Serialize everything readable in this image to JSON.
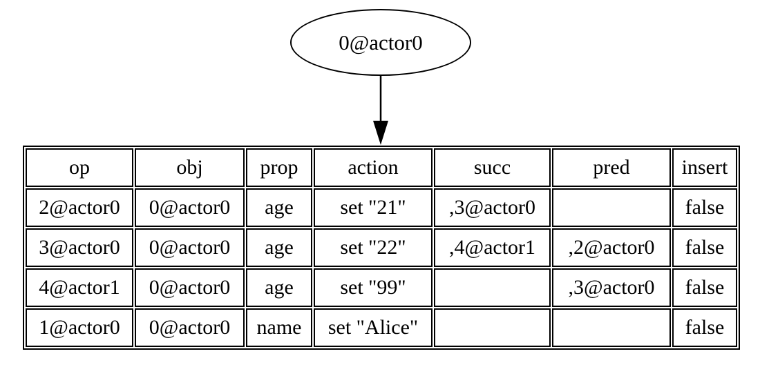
{
  "node": {
    "label": "0@actor0"
  },
  "icons": {
    "edge_arrow": "down-arrow"
  },
  "colors": {
    "foreground": "#000000",
    "background": "#ffffff"
  },
  "table": {
    "columns": [
      "op",
      "obj",
      "prop",
      "action",
      "succ",
      "pred",
      "insert"
    ],
    "rows": [
      [
        "2@actor0",
        "0@actor0",
        "age",
        "set \"21\"",
        ",3@actor0",
        "",
        "false"
      ],
      [
        "3@actor0",
        "0@actor0",
        "age",
        "set \"22\"",
        ",4@actor1",
        ",2@actor0",
        "false"
      ],
      [
        "4@actor1",
        "0@actor0",
        "age",
        "set \"99\"",
        "",
        ",3@actor0",
        "false"
      ],
      [
        "1@actor0",
        "0@actor0",
        "name",
        "set \"Alice\"",
        "",
        "",
        "false"
      ]
    ]
  }
}
